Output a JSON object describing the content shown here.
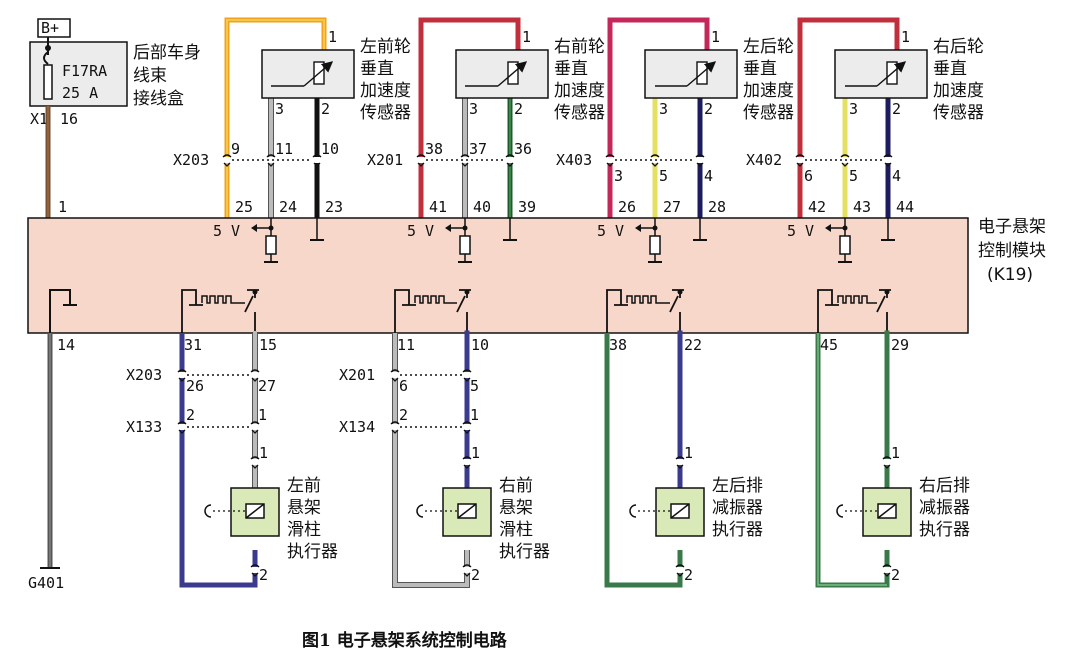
{
  "colors": {
    "module_fill": "#f7d7c9",
    "sensor_fill": "#ececec",
    "actuator_fill": "#d9e9b8",
    "orange": "#f0a21e",
    "red": "#c0303c",
    "pink": "#c4285a",
    "brown": "#7a5030",
    "yellow": "#e6e062",
    "navy": "#1c1c5e",
    "blue": "#3a3a8e",
    "green": "#3a7a4a",
    "gray": "#555555",
    "white_wire": "#bbbbbb",
    "darkgreen": "#1f5a2a"
  },
  "power": {
    "label": "B+",
    "fuse_name": "F17RA",
    "fuse_rating": "25 A",
    "box_label_lines": [
      "后部车身",
      "线束",
      "接线盒"
    ],
    "connector": "X1",
    "connector_pin": "16"
  },
  "module": {
    "label_lines": [
      "电子悬架",
      "控制模块",
      "(K19)"
    ],
    "pin_power": "1",
    "pin_ground": "14",
    "volt_label": "5 V"
  },
  "ground_label": "G401",
  "sensors": [
    {
      "label_lines": [
        "左前轮",
        "垂直",
        "加速度",
        "传感器"
      ],
      "pins": [
        "1",
        "3",
        "2"
      ],
      "connector": "X203",
      "conn_pins": [
        "9",
        "11",
        "10"
      ],
      "module_pins": [
        "25",
        "24",
        "23"
      ]
    },
    {
      "label_lines": [
        "右前轮",
        "垂直",
        "加速度",
        "传感器"
      ],
      "pins": [
        "1",
        "3",
        "2"
      ],
      "connector": "X201",
      "conn_pins": [
        "38",
        "37",
        "36"
      ],
      "module_pins": [
        "41",
        "40",
        "39"
      ]
    },
    {
      "label_lines": [
        "左后轮",
        "垂直",
        "加速度",
        "传感器"
      ],
      "pins": [
        "1",
        "3",
        "2"
      ],
      "connector": "X403",
      "conn_pins": [
        "3",
        "5",
        "4"
      ],
      "module_pins": [
        "26",
        "27",
        "28"
      ]
    },
    {
      "label_lines": [
        "右后轮",
        "垂直",
        "加速度",
        "传感器"
      ],
      "pins": [
        "1",
        "3",
        "2"
      ],
      "connector": "X402",
      "conn_pins": [
        "6",
        "5",
        "4"
      ],
      "module_pins": [
        "42",
        "43",
        "44"
      ]
    }
  ],
  "actuators": [
    {
      "label_lines": [
        "左前",
        "悬架",
        "滑柱",
        "执行器"
      ],
      "module_pins": [
        "31",
        "15"
      ],
      "conn1": "X203",
      "conn1_pins": [
        "26",
        "27"
      ],
      "conn2": "X133",
      "conn2_pins": [
        "2",
        "1"
      ],
      "pins": [
        "1",
        "2"
      ]
    },
    {
      "label_lines": [
        "右前",
        "悬架",
        "滑柱",
        "执行器"
      ],
      "module_pins": [
        "11",
        "10"
      ],
      "conn1": "X201",
      "conn1_pins": [
        "6",
        "5"
      ],
      "conn2": "X134",
      "conn2_pins": [
        "2",
        "1"
      ],
      "pins": [
        "1",
        "2"
      ]
    },
    {
      "label_lines": [
        "左后排",
        "减振器",
        "执行器"
      ],
      "module_pins": [
        "38",
        "22"
      ],
      "pins": [
        "1",
        "2"
      ]
    },
    {
      "label_lines": [
        "右后排",
        "减振器",
        "执行器"
      ],
      "module_pins": [
        "45",
        "29"
      ],
      "pins": [
        "1",
        "2"
      ]
    }
  ],
  "caption": "图1   电子悬架系统控制电路"
}
